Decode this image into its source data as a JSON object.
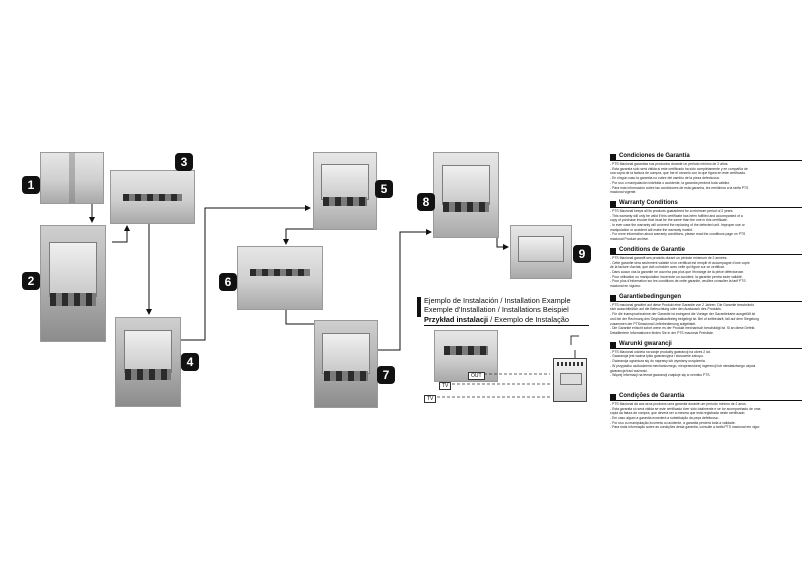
{
  "steps": [
    "1",
    "2",
    "3",
    "4",
    "5",
    "6",
    "7",
    "8",
    "9"
  ],
  "example": {
    "line1": "Ejemplo de Instalación / Installation Example",
    "line2": "Exemple d'Installation / Installations Beispiel",
    "line3_bold": "Przykład instalacji",
    "line3_rest": " / Exemplo de Instalação",
    "labels": {
      "out": "OUT",
      "tv1": "TV",
      "tv2": "TV"
    }
  },
  "warranty": {
    "sections": [
      {
        "title": "Condiciones de Garantía",
        "lines": [
          "- PTS Macional garantiza sus productos durante un periodo mínimo de 2 años.",
          "- Esta garantía sólo será válida si este certificado ha sido completamente y en compañía de",
          "  una copia de la factura de compra, que fue el cancelo con la que figura en este certificado.",
          "- En ningún caso la garantía no cubre del cambio de la pieza defectuosa.",
          "- Por uso o manipulación indebida o accidente, la garantía perderá toda validez.",
          "- Para más información sobre las condiciones de esta garantía, les remitimos a la tarifa PTS",
          "  macional vigente."
        ]
      },
      {
        "title": "Warranty Conditions",
        "lines": [
          "- PTS Macional keeps all its products guaranteed for a minimum period of 2 years.",
          "- This warranty will only be valid if this certificate has been fulfilled and accompanied of a",
          "  copy of purchase invoice that must be the same than the one in this certificate.",
          "- In ever case the warranty will covered the replacing of the defected unit. Improper use or",
          "  manipulation or accident will make the warranty invalid.",
          "- For more information about warranty conditions, please read the conditions page on PTS",
          "  macional Product archive."
        ]
      },
      {
        "title": "Conditions de Garantie",
        "lines": [
          "- PTS Macional garantit ses produits durant un période minimum de 2 années.",
          "- Cette garantie sera seulement valable si ce certificat est remplir et accompagné d'une copie",
          "  de la facture d'achat, que doit coïncider avec celle qui figure sur ce certificat.",
          "- Dans aucun cas la garantie ne couvrira pas plus que l'échange de la pièce défectueuse.",
          "- Pour utilisation ou manipulation incorrecte ou accident, la garantie perdra toute validité.",
          "- Pour plus d'information sur les conditions de cette garantie, veuillez consulter la tarif PTS",
          "  macional en vigueur."
        ]
      },
      {
        "title": "Garantiebedingungen",
        "lines": [
          "- PTS macional gewährt auf diese Produkt eine Garantie von 2 Jahren. Die Garantie beschränkt",
          "  sich ausschließlich auf die Beleuchtung oder den Austausch des Produkts.",
          "- Für die Inanspruchnahme der Garantie ist zwingend die Vorlage der Garantiekarte ausgefüllt ist",
          "  und bei der Rechnung des Originalkaufbeleg beigelegt ist. Bei of zeitbedarft, fall auf dem Siegelung",
          "  zusammen der PTSmacional Lieferbedienung aufgelistet.",
          "- Die Garantie erlischt sofort wenn es der Produkt mechanisch beschädigt ist. Si an diese Defekt.",
          "  Detailliertere Informationen finden Sie in der PTS macional Preisliste."
        ]
      },
      {
        "title": "Warunki gwarancji",
        "lines": [
          "- PTS Macional udziela na swoje produkty gwarancji na okres 2 lat.",
          "- Gwarancja jest ważna tylko gwarancyjna i stosownie zakupu.",
          "- Gwarancja ogranicza się do naprawy lub wymiany urządzenia.",
          "- W przypadku uszkodzenia mechanicznego, nieuprawnionej ingerencji lub niewłaściwego użycia",
          "  gwarancja traci ważność.",
          "- Więcej informacji na temat gwarancji znajduje się w cenniku PTS."
        ]
      },
      {
        "title": "Condições de Garantia",
        "lines": [
          "- PTS Macional dá aos seus produtos uma garantia durante um período mínimo de 2 anos.",
          "- Esta garantia só será válida se este certificado tiver sido totalmente e se for acompanhado de uma",
          "  cópia da fatura de compra, que deverá ser a mesma que está registrada neste certificado.",
          "- Em caso algum a garantia excederá a substituição da peça defeituosa.",
          "- Por uso ou manipulação incorreta ou acidente, a garantia perderá toda a validade.",
          "- Para mais informação sobre as condições desta garantia, consulte a tarifa PTS macional em vigor."
        ]
      }
    ]
  }
}
